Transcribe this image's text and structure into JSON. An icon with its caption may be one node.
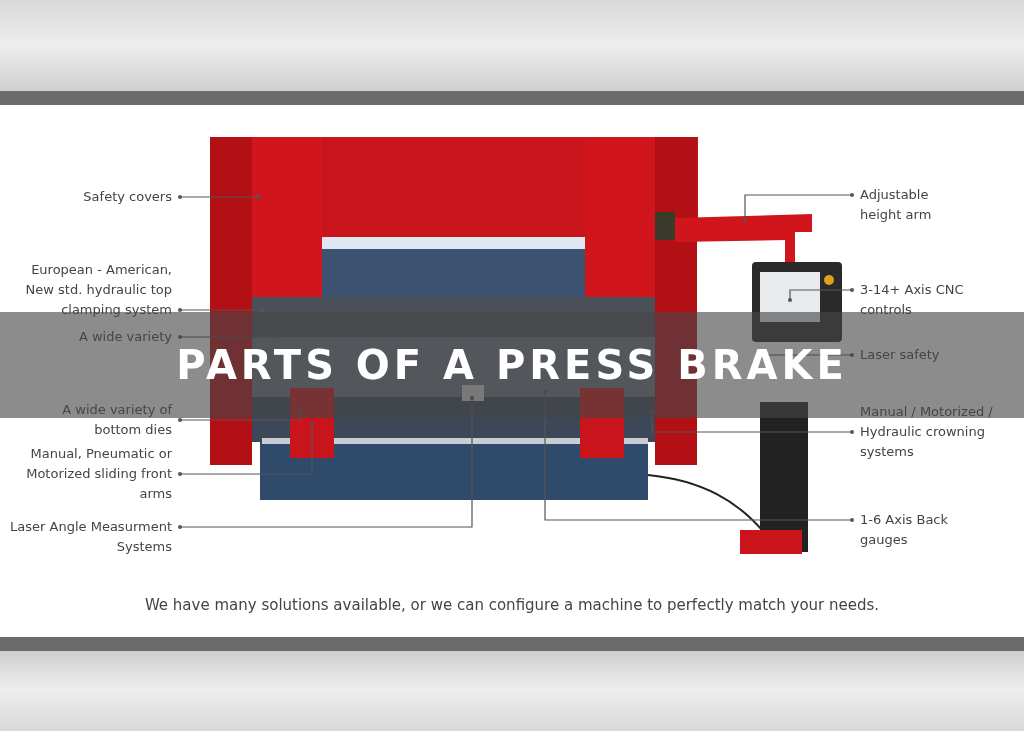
{
  "diagram": {
    "title": "PARTS OF A PRESS BRAKE",
    "caption": "We have many solutions available, or we can configure a machine to perfectly match your needs.",
    "nodes": [
      {
        "text": [
          "Safety covers"
        ]
      },
      {
        "text": [
          "European - American, New std. hydraulic top clamping system"
        ]
      },
      {
        "text": [
          "A wide variety"
        ]
      },
      {
        "text": [
          "A wide variety of bottom dies"
        ]
      },
      {
        "text": [
          "Manual, Pneumatic or Motorized sliding front arms"
        ]
      },
      {
        "text": [
          "Laser Angle Measurment Systems"
        ]
      },
      {
        "text": [
          "Adjustable height arm"
        ]
      },
      {
        "text": [
          "3-14+ Axis CNC controls"
        ]
      },
      {
        "text": [
          "Laser safety"
        ]
      },
      {
        "text": [
          "Manual / Motorized / Hydraulic crowning systems"
        ]
      },
      {
        "text": [
          "1-6 Axis Back gauges"
        ]
      }
    ],
    "edges": [
      {
        "from": 0,
        "to": null,
        "arrow": "other"
      },
      {
        "from": 1,
        "to": null,
        "arrow": "other"
      },
      {
        "from": 2,
        "to": null,
        "arrow": "other"
      },
      {
        "from": 3,
        "to": null,
        "arrow": "other"
      },
      {
        "from": 4,
        "to": null,
        "arrow": "other"
      },
      {
        "from": 5,
        "to": null,
        "arrow": "other"
      },
      {
        "from": 6,
        "to": null,
        "arrow": "other"
      },
      {
        "from": 7,
        "to": null,
        "arrow": "other"
      },
      {
        "from": 8,
        "to": null,
        "arrow": "other"
      },
      {
        "from": 9,
        "to": null,
        "arrow": "other"
      },
      {
        "from": 10,
        "to": null,
        "arrow": "other"
      }
    ]
  }
}
